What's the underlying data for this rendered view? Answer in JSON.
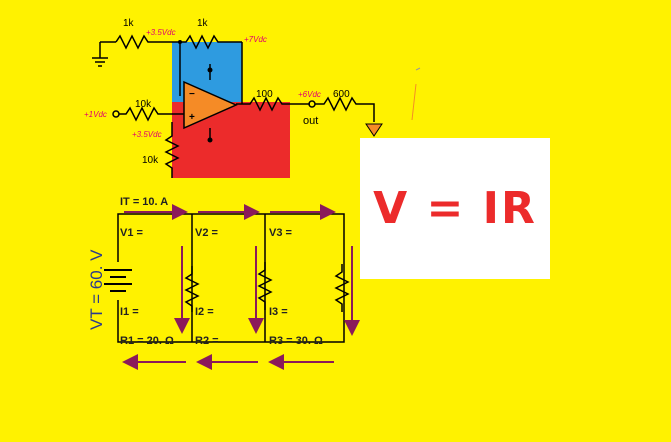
{
  "amp_circuit": {
    "r_top_left": "1k",
    "v_mid_top": "+3.5Vdc",
    "r_top_right": "1k",
    "v_top_right": "+7Vdc",
    "r_input": "10k",
    "v_input": "+1Vdc",
    "v_plus_node": "+3.5Vdc",
    "r_to_ground": "10k",
    "r_output": "100",
    "v_out_node": "+6Vdc",
    "out_label": "out",
    "r_load": "600",
    "minus_sign": "−",
    "plus_sign": "+"
  },
  "equation": {
    "text": "V = IR"
  },
  "parallel_circuit": {
    "source_label": "VT = 60. V",
    "total_current": "IT = 10. A",
    "branch1": {
      "voltage": "V1 =",
      "current": "I1 =",
      "resistance": "R1 = 20. Ω"
    },
    "branch2": {
      "voltage": "V2 =",
      "current": "I2 =",
      "resistance": "R2 ="
    },
    "branch3": {
      "voltage": "V3 =",
      "current": "I3 =",
      "resistance": "R3 = 30. Ω"
    }
  },
  "colors": {
    "background": "#FFF200",
    "blue_block": "#2E9BE0",
    "red_block": "#EC2B2B",
    "opamp": "#F58B26",
    "arrow": "#8B1A5A",
    "wire": "#000000",
    "label_red": "#E0006E"
  }
}
